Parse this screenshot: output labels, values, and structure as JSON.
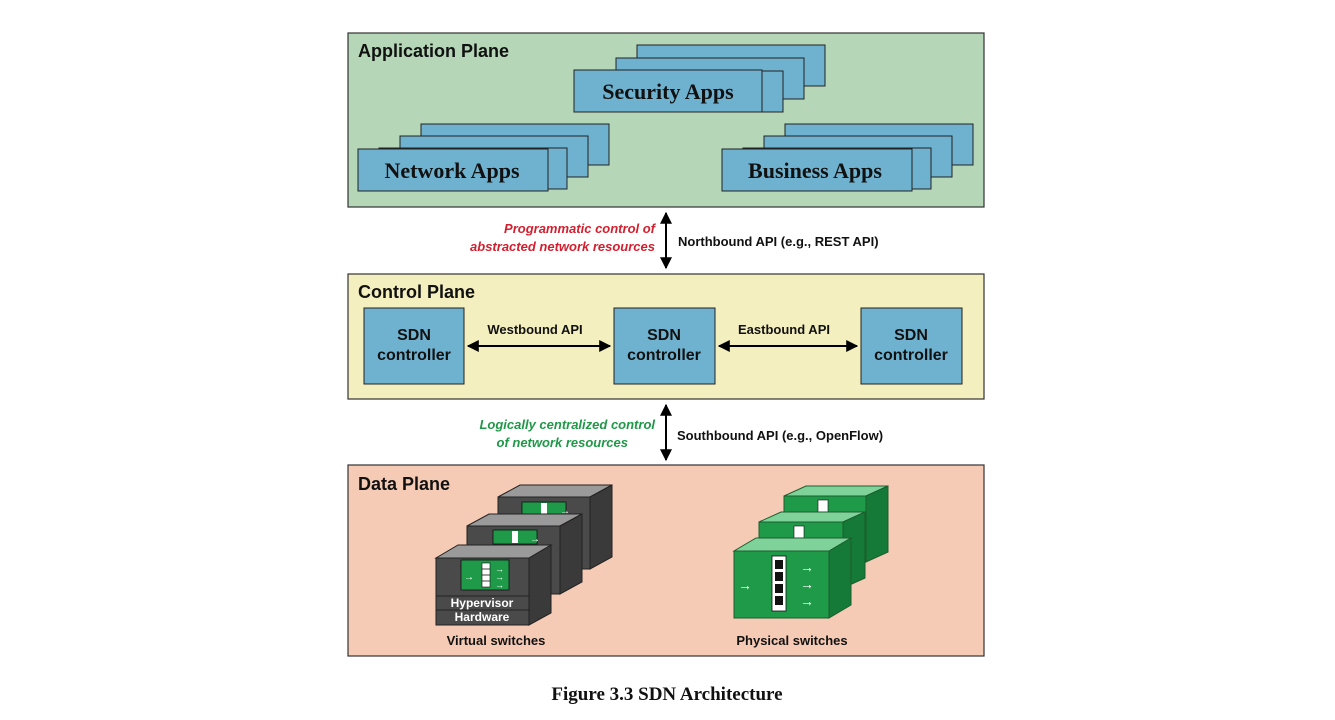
{
  "application_plane": {
    "title": "Application Plane",
    "apps": {
      "security": "Security Apps",
      "network": "Network Apps",
      "business": "Business Apps"
    }
  },
  "northbound": {
    "note_line1": "Programmatic control of",
    "note_line2": "abstracted network resources",
    "api_label": "Northbound API (e.g., REST API)"
  },
  "control_plane": {
    "title": "Control Plane",
    "controller_line1": "SDN",
    "controller_line2": "controller",
    "westbound": "Westbound API",
    "eastbound": "Eastbound API"
  },
  "southbound": {
    "note_line1": "Logically centralized control",
    "note_line2": "of network resources",
    "api_label": "Southbound API (e.g., OpenFlow)"
  },
  "data_plane": {
    "title": "Data Plane",
    "hypervisor": "Hypervisor",
    "hardware": "Hardware",
    "virtual_label": "Virtual switches",
    "physical_label": "Physical switches"
  },
  "caption": "Figure 3.3 SDN Architecture",
  "colors": {
    "app_plane": "#b5d7b8",
    "control_plane": "#f4efbe",
    "data_plane": "#f6cbb6",
    "box_blue": "#6fb2cf",
    "switch_green": "#1e9a48",
    "red_note": "#d3202f",
    "green_note": "#1f9848"
  }
}
